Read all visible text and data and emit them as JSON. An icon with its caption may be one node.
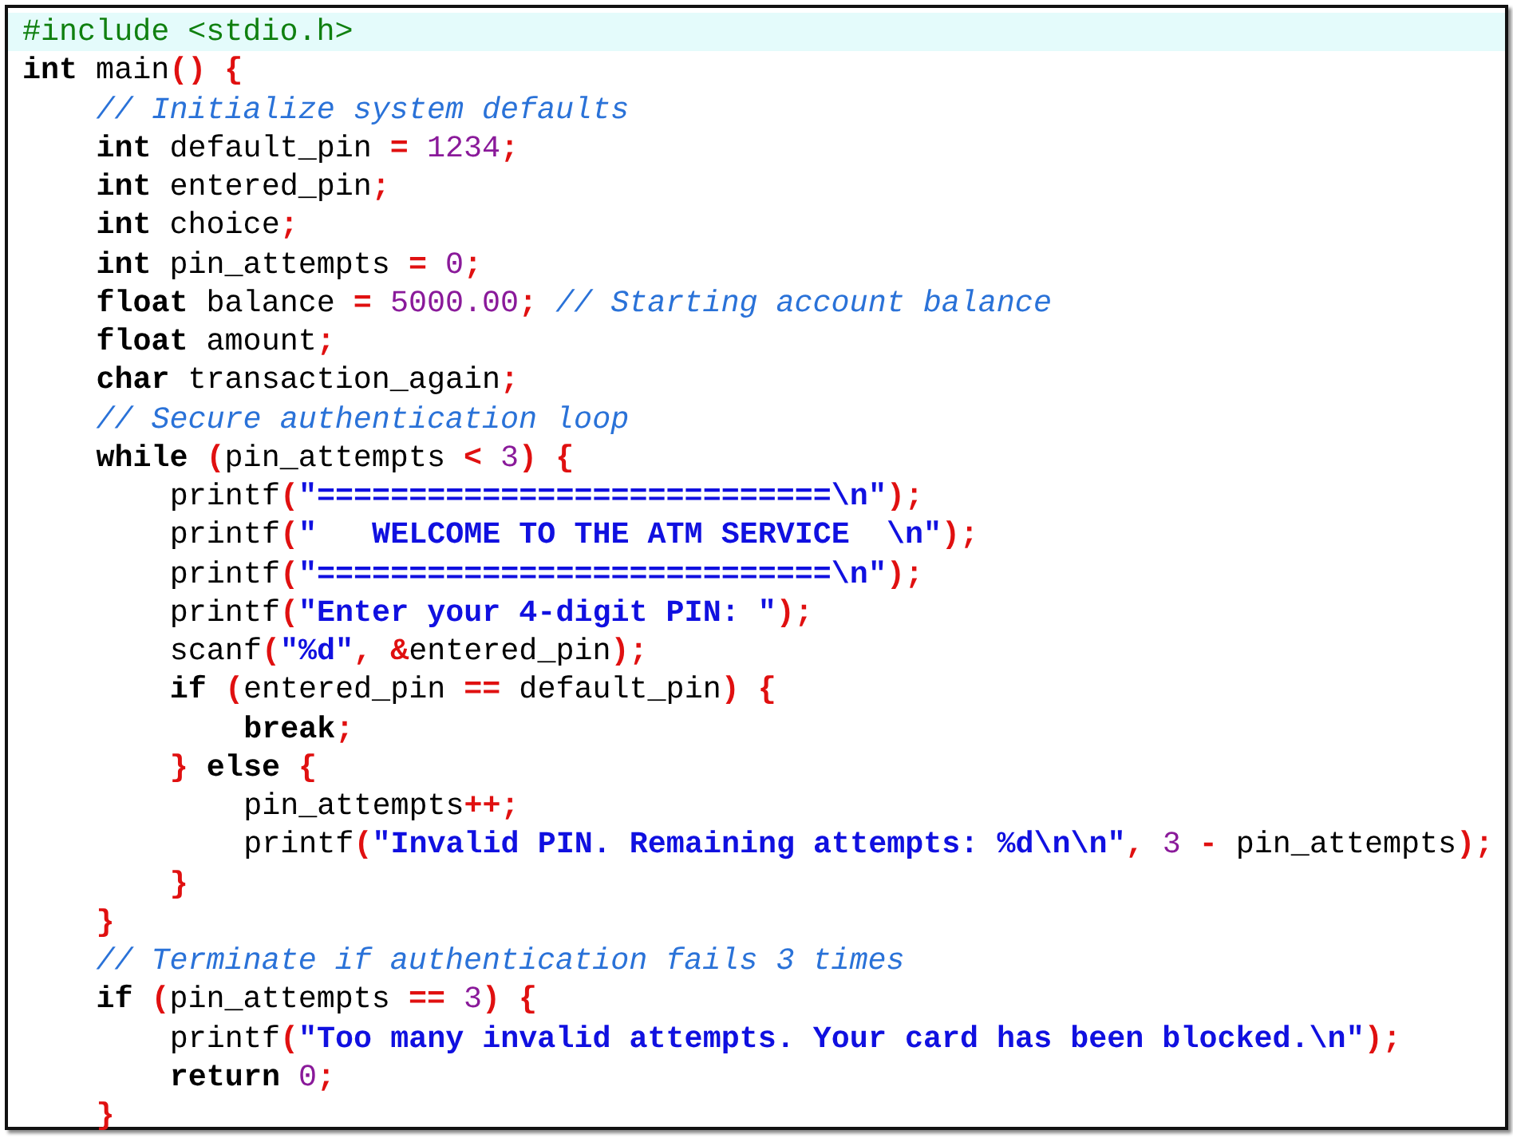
{
  "diagram": {
    "labels": [
      "#include <stdio.h>",
      "**int** main() {",
      "// Initialize system defaults",
      "**int** default_pin = 1234;",
      "**int** entered_pin;",
      "**int** choice;",
      "**int** pin_attempts = 0;",
      "**float** balance = 5000.00; // Starting account balance",
      "**float** amount;",
      "**char** transaction_again;",
      "// Secure authentication loop",
      "**while** (pin_attempts < 3) {",
      "printf(\"============================\\n\");",
      "printf(\"   WELCOME TO THE ATM SERVICE  \\n\");",
      "printf(\"============================\\n\");",
      "printf(\"Enter your 4-digit PIN: \");",
      "scanf(\"%d\", &entered_pin);",
      "**if** (entered_pin == default_pin) {",
      "**break**;",
      "} **else** {",
      "pin_attempts++;",
      "printf(\"Invalid PIN. Remaining attempts: %d\\n\\n\", 3 - pin_attempts);",
      "}",
      "}",
      "// Terminate if authentication fails 3 times",
      "**if** (pin_attempts == 3) {",
      "printf(\"Too many invalid attempts. Your card has been blocked.\\n\");",
      "**return** 0;",
      "}"
    ]
  }
}
